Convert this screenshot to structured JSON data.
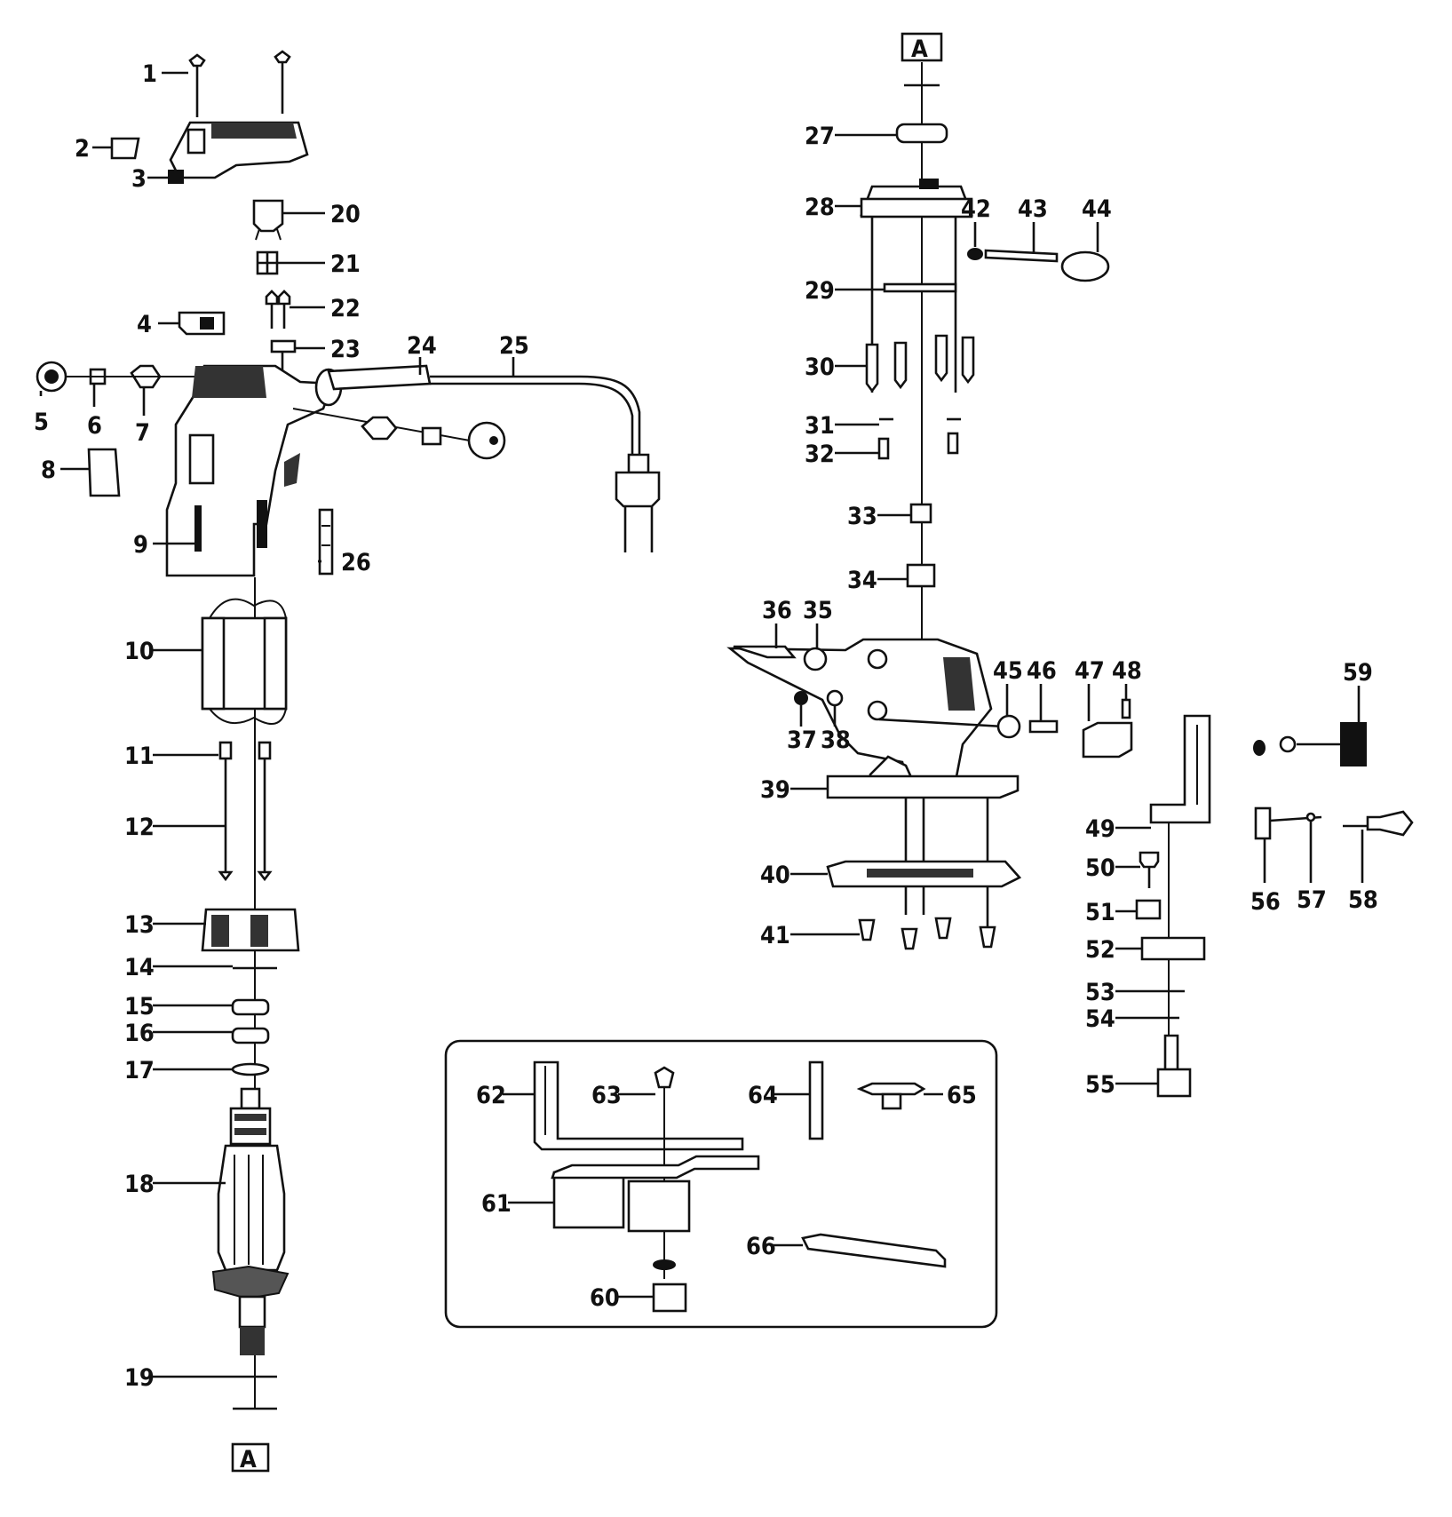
{
  "diagram": {
    "reference_marker": "A",
    "parts": [
      {
        "n": "1"
      },
      {
        "n": "2"
      },
      {
        "n": "3"
      },
      {
        "n": "4"
      },
      {
        "n": "5"
      },
      {
        "n": "6"
      },
      {
        "n": "7"
      },
      {
        "n": "8"
      },
      {
        "n": "9"
      },
      {
        "n": "10"
      },
      {
        "n": "11"
      },
      {
        "n": "12"
      },
      {
        "n": "13"
      },
      {
        "n": "14"
      },
      {
        "n": "15"
      },
      {
        "n": "16"
      },
      {
        "n": "17"
      },
      {
        "n": "18"
      },
      {
        "n": "19"
      },
      {
        "n": "20"
      },
      {
        "n": "21"
      },
      {
        "n": "22"
      },
      {
        "n": "23"
      },
      {
        "n": "24"
      },
      {
        "n": "25"
      },
      {
        "n": "26"
      },
      {
        "n": "27"
      },
      {
        "n": "28"
      },
      {
        "n": "29"
      },
      {
        "n": "30"
      },
      {
        "n": "31"
      },
      {
        "n": "32"
      },
      {
        "n": "33"
      },
      {
        "n": "34"
      },
      {
        "n": "35"
      },
      {
        "n": "36"
      },
      {
        "n": "37"
      },
      {
        "n": "38"
      },
      {
        "n": "39"
      },
      {
        "n": "40"
      },
      {
        "n": "41"
      },
      {
        "n": "42"
      },
      {
        "n": "43"
      },
      {
        "n": "44"
      },
      {
        "n": "45"
      },
      {
        "n": "46"
      },
      {
        "n": "47"
      },
      {
        "n": "48"
      },
      {
        "n": "49"
      },
      {
        "n": "50"
      },
      {
        "n": "51"
      },
      {
        "n": "52"
      },
      {
        "n": "53"
      },
      {
        "n": "54"
      },
      {
        "n": "55"
      },
      {
        "n": "56"
      },
      {
        "n": "57"
      },
      {
        "n": "58"
      },
      {
        "n": "59"
      },
      {
        "n": "60"
      },
      {
        "n": "61"
      },
      {
        "n": "62"
      },
      {
        "n": "63"
      },
      {
        "n": "64"
      },
      {
        "n": "65"
      },
      {
        "n": "66"
      }
    ]
  }
}
